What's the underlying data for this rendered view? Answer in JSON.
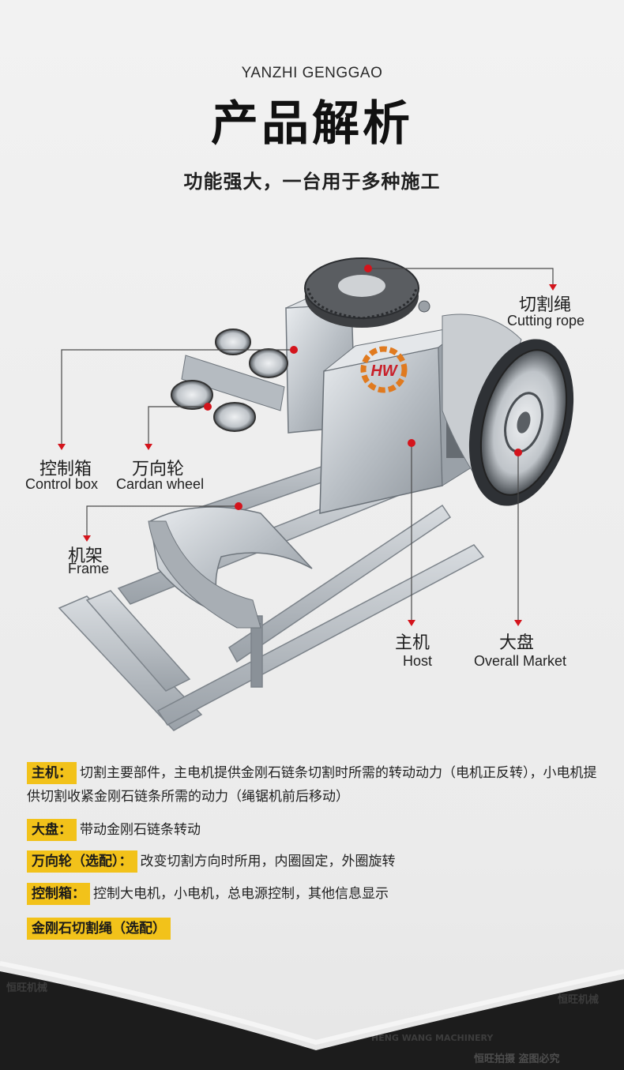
{
  "header": {
    "subtitle": "YANZHI GENGGAO",
    "title": "产品解析",
    "tagline": "功能强大，一台用于多种施工"
  },
  "brand": {
    "logo_text": "HW"
  },
  "callouts": {
    "rope": {
      "zh": "切割绳",
      "en": "Cutting rope"
    },
    "control": {
      "zh": "控制箱",
      "en": "Control box"
    },
    "cardan": {
      "zh": "万向轮",
      "en": "Cardan wheel"
    },
    "frame": {
      "zh": "机架",
      "en": "Frame"
    },
    "host": {
      "zh": "主机",
      "en": "Host"
    },
    "disc": {
      "zh": "大盘",
      "en": "Overall Market"
    }
  },
  "descriptions": [
    {
      "tag": "主机：",
      "text": "切割主要部件，主电机提供金刚石链条切割时所需的转动动力（电机正反转），小电机提供切割收紧金刚石链条所需的动力（绳锯机前后移动）"
    },
    {
      "tag": "大盘：",
      "text": "带动金刚石链条转动"
    },
    {
      "tag": "万向轮（选配）：",
      "text": "改变切割方向时所用，内圈固定，外圈旋转"
    },
    {
      "tag": "控制箱：",
      "text": "控制大电机，小电机，总电源控制，其他信息显示"
    },
    {
      "tag": "金刚石切割绳（选配）",
      "text": ""
    }
  ],
  "watermarks": {
    "line1": "恒旺机械",
    "line2": "HENG WANG MACHINERY",
    "line3": "恒旺拍摄 盗图必究"
  },
  "colors": {
    "accent_red": "#d4141c",
    "tag_yellow": "#f2c21a",
    "footer_dark": "#1c1c1c"
  }
}
